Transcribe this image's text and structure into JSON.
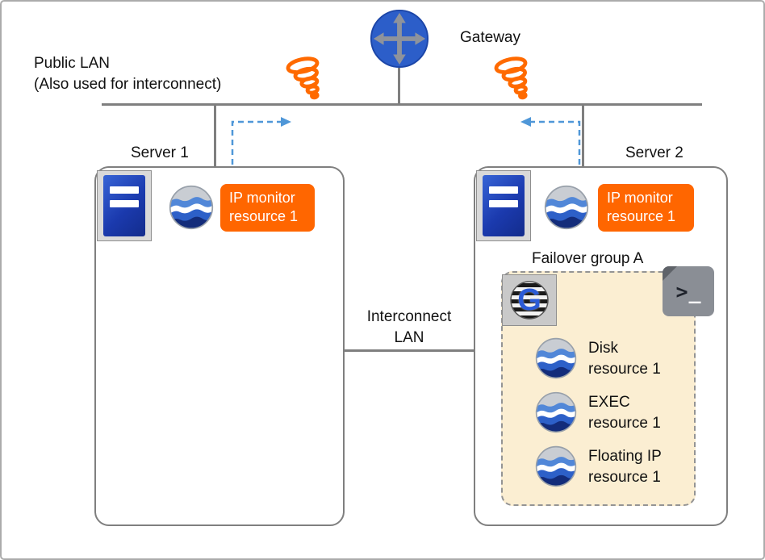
{
  "diagram": {
    "gateway_label": "Gateway",
    "public_lan_label": "Public LAN\n(Also used for interconnect)",
    "interconnect_label": "Interconnect\nLAN",
    "server1": {
      "name": "Server 1",
      "ip_monitor_label": "IP monitor\nresource 1"
    },
    "server2": {
      "name": "Server 2",
      "ip_monitor_label": "IP monitor\nresource 1",
      "failover_group": {
        "title": "Failover group A",
        "group_icon_letter": "G",
        "script_icon_glyph_gt": ">",
        "script_icon_glyph_underscore": "_",
        "resources": [
          {
            "label": "Disk\nresource 1"
          },
          {
            "label": "EXEC\nresource 1"
          },
          {
            "label": "Floating IP\nresource 1"
          }
        ]
      }
    },
    "icons": {
      "gateway": "router-arrows-icon",
      "network_disturbance": "tornado-coil-icon",
      "server": "server-panel-icon",
      "resource": "globe-waves-icon",
      "failover_group": "striped-ball-g-icon",
      "script": "terminal-page-icon"
    },
    "colors": {
      "accent_orange": "#FF6600",
      "line_gray": "#7F7F7F",
      "arrow_blue": "#4F97D8",
      "server_blue": "#16329C",
      "gateway_blue": "#2C5EC9",
      "failover_bg": "#FBEED2"
    }
  }
}
